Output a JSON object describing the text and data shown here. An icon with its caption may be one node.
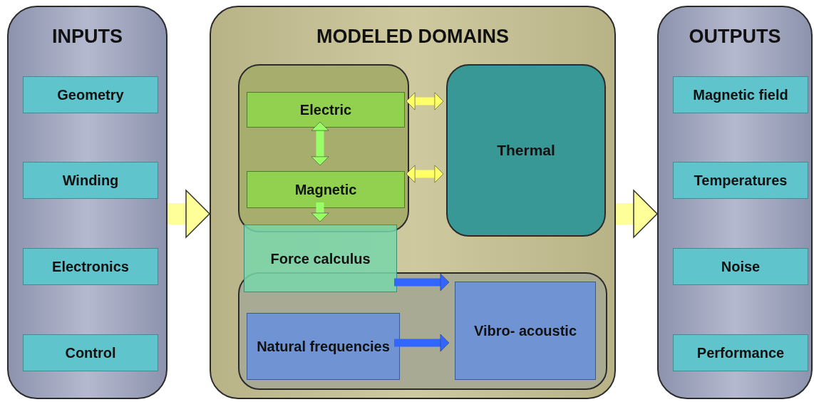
{
  "diagram": {
    "nodes": [
      {
        "text": [
          "INPUTS"
        ]
      },
      {
        "text": [
          "Geometry"
        ],
        "in": 0
      },
      {
        "text": [
          "Winding"
        ],
        "in": 0
      },
      {
        "text": [
          "Electronics"
        ],
        "in": 0
      },
      {
        "text": [
          "Control"
        ],
        "in": 0
      },
      {
        "text": [
          "MODELED DOMAINS"
        ]
      },
      {
        "text": [],
        "shape": "box",
        "in": 5
      },
      {
        "text": [
          "Electric"
        ],
        "in": 6
      },
      {
        "text": [
          "Magnetic"
        ],
        "in": 6
      },
      {
        "text": [
          "Thermal"
        ],
        "in": 5
      },
      {
        "text": [
          "Force calculus"
        ],
        "in": 5
      },
      {
        "text": [],
        "shape": "box",
        "in": 5
      },
      {
        "text": [
          "Natural frequencies"
        ],
        "in": 11
      },
      {
        "text": [
          "Vibro- acoustic"
        ],
        "in": 11
      },
      {
        "text": [
          "OUTPUTS"
        ]
      },
      {
        "text": [
          "Magnetic field"
        ],
        "in": 14
      },
      {
        "text": [
          "Temperatures"
        ],
        "in": 14
      },
      {
        "text": [
          "Noise"
        ],
        "in": 14
      },
      {
        "text": [
          "Performance"
        ],
        "in": 14
      }
    ],
    "edges": [
      {
        "from": 0,
        "to": 5,
        "arrow": "to",
        "style": "thick",
        "color": "#ffff99"
      },
      {
        "from": 5,
        "to": 14,
        "arrow": "to",
        "style": "thick",
        "color": "#ffff99"
      },
      {
        "from": 7,
        "to": 8,
        "arrow": "both",
        "color": "#99ff66"
      },
      {
        "from": 6,
        "to": 9,
        "arrow": "both",
        "color": "#ffff66"
      },
      {
        "from": 6,
        "to": 9,
        "arrow": "both",
        "color": "#ffff66"
      },
      {
        "from": 8,
        "to": 10,
        "arrow": "to",
        "color": "#99ff66"
      },
      {
        "from": 10,
        "to": 13,
        "arrow": "to",
        "color": "#3366ff"
      },
      {
        "from": 12,
        "to": 13,
        "arrow": "to",
        "color": "#3366ff"
      }
    ]
  }
}
